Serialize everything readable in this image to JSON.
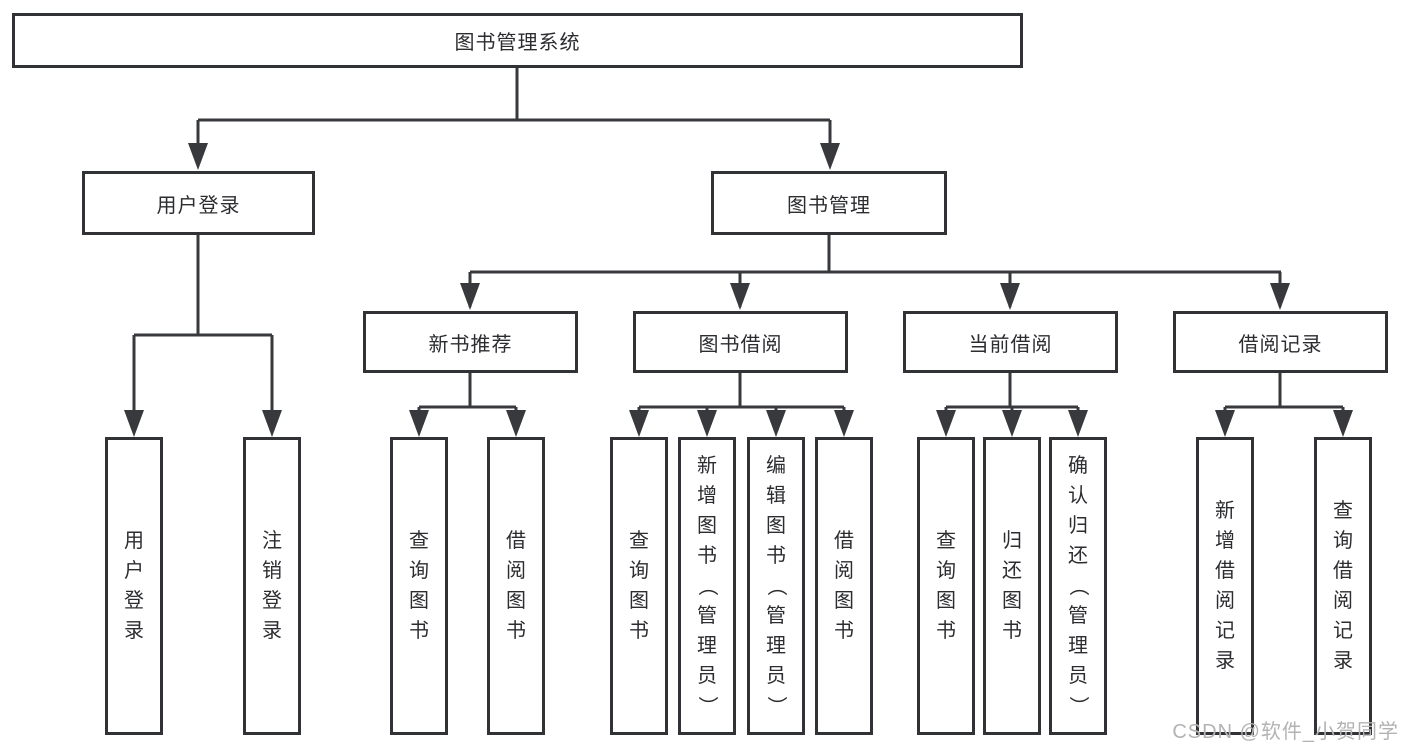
{
  "diagram": {
    "root": {
      "label": "图书管理系统"
    },
    "user_login": {
      "label": "用户登录",
      "children": [
        {
          "label": "用户登录"
        },
        {
          "label": "注销登录"
        }
      ]
    },
    "book_mgmt": {
      "label": "图书管理",
      "sections": [
        {
          "label": "新书推荐",
          "children": [
            {
              "label": "查询图书"
            },
            {
              "label": "借阅图书"
            }
          ]
        },
        {
          "label": "图书借阅",
          "children": [
            {
              "label": "查询图书"
            },
            {
              "label": "新增图书（管理员）"
            },
            {
              "label": "编辑图书（管理员）"
            },
            {
              "label": "借阅图书"
            }
          ]
        },
        {
          "label": "当前借阅",
          "children": [
            {
              "label": "查询图书"
            },
            {
              "label": "归还图书"
            },
            {
              "label": "确认归还（管理员）"
            }
          ]
        },
        {
          "label": "借阅记录",
          "children": [
            {
              "label": "新增借阅记录"
            },
            {
              "label": "查询借阅记录"
            }
          ]
        }
      ]
    }
  },
  "watermark": {
    "text": "CSDN @软件_小贺同学"
  },
  "colors": {
    "line": "#37393c",
    "box_border": "#303236",
    "text": "#2c2d30",
    "watermark": "#b3b3b3",
    "background": "#ffffff"
  }
}
